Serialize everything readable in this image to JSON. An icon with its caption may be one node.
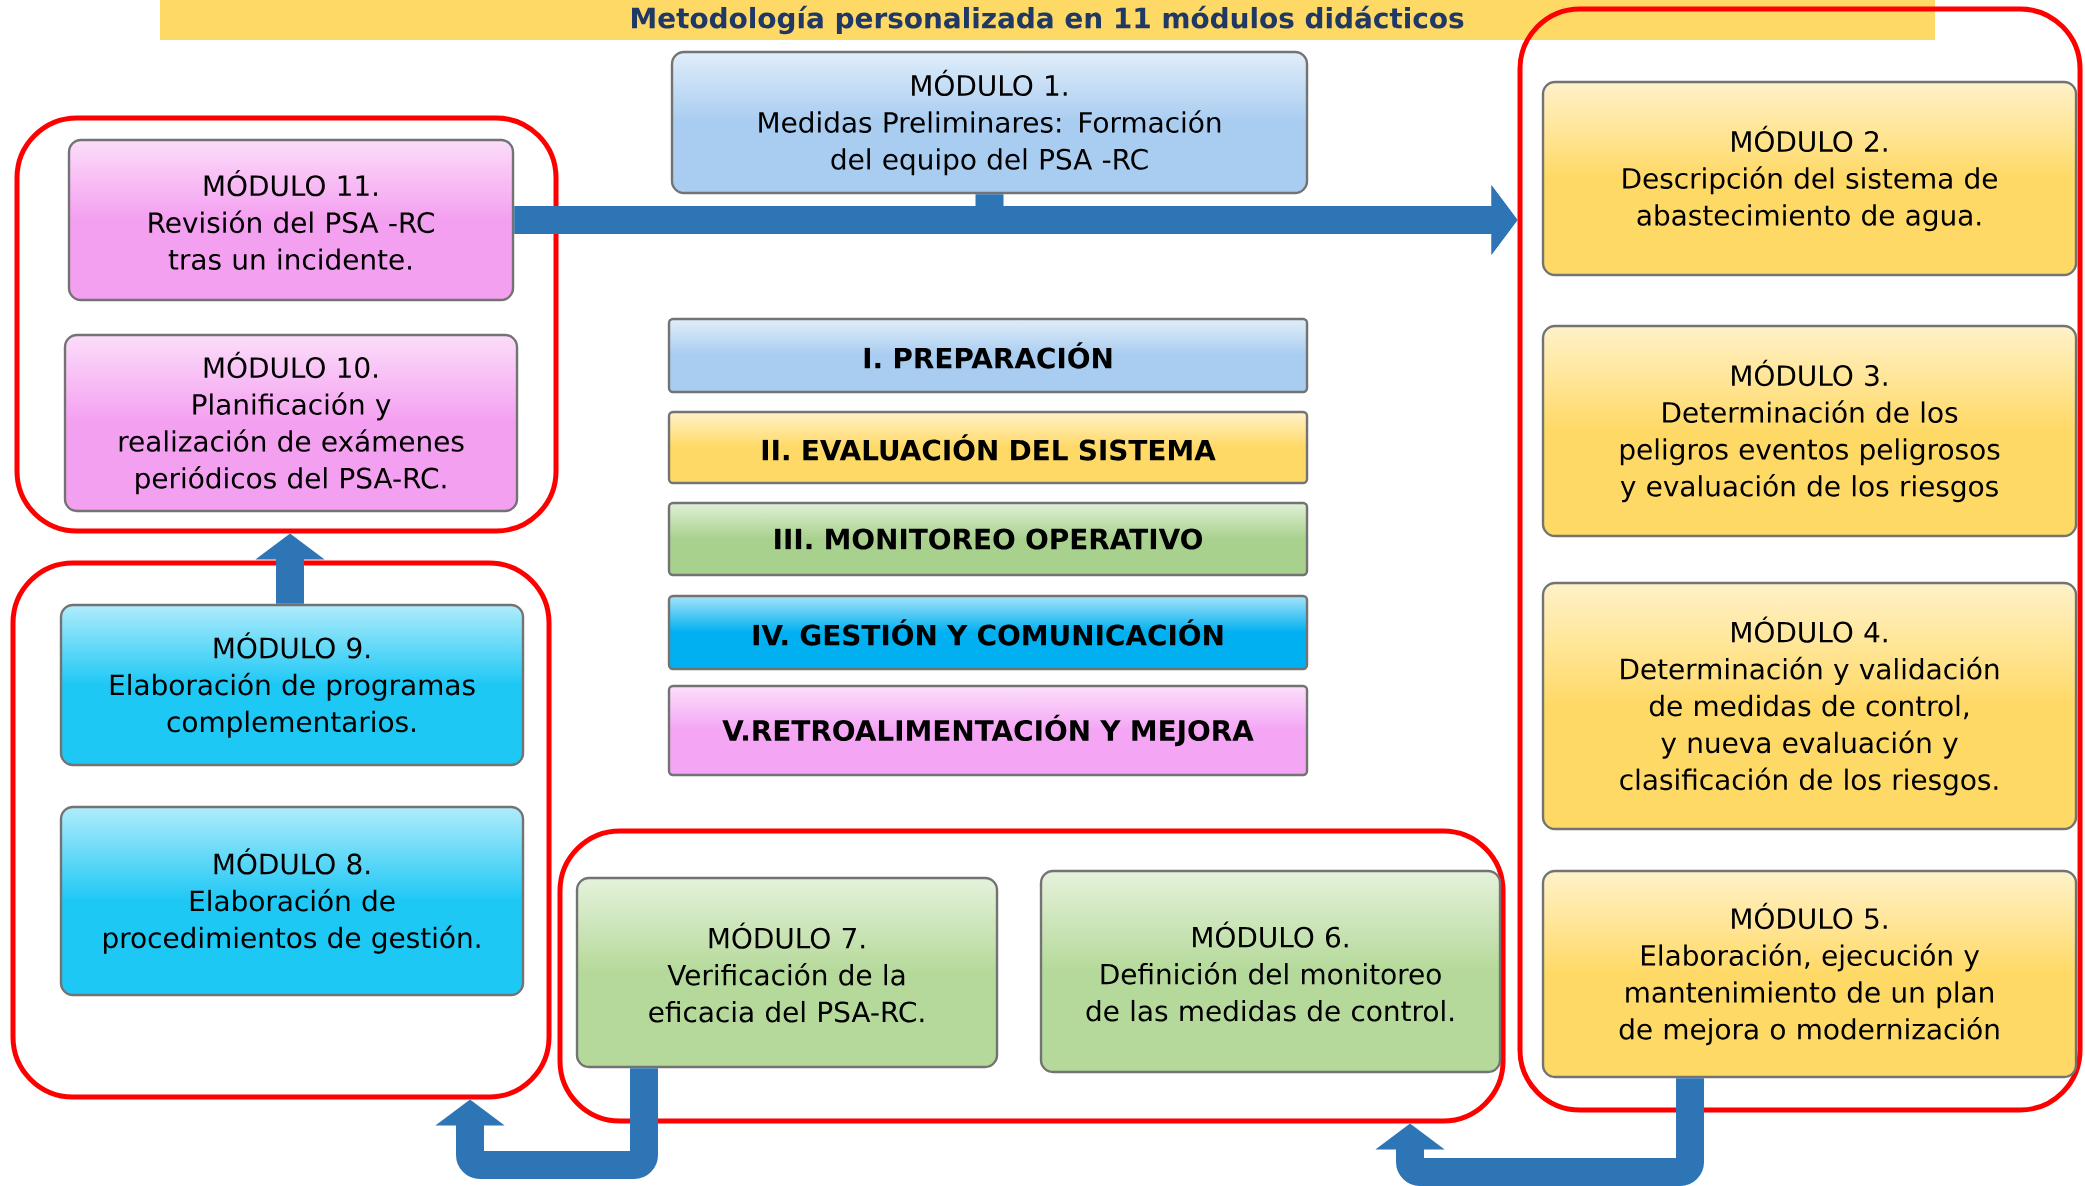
{
  "diagram": {
    "title": "Metodología personalizada en 11 módulos didácticos",
    "nodes": [
      {
        "text": [],
        "shape": "box"
      },
      {
        "text": [
          "MÓDULO 11.",
          "Revisión del PSA -RC tras un incidente."
        ],
        "in": 0
      },
      {
        "text": [
          "MÓDULO 10.",
          "Planificación y realización de exámenes periódicos del PSA-RC."
        ],
        "in": 0
      },
      {
        "text": [
          "MÓDULO 1.",
          "Medidas Preliminares: Formación del equipo del PSA -RC"
        ]
      },
      {
        "text": [],
        "shape": "box"
      },
      {
        "text": [
          "MÓDULO 2.",
          "Descripción del sistema de abastecimiento de agua."
        ],
        "in": 4
      },
      {
        "text": [
          "MÓDULO 3.",
          "Determinación de los peligros eventos peligrosos y evaluación de los riesgos"
        ],
        "in": 4
      },
      {
        "text": [
          "MÓDULO 4.",
          "Determinación y validación de medidas de control, y nueva evaluación y clasificación de los riesgos."
        ],
        "in": 4
      },
      {
        "text": [
          "MÓDULO 5.",
          "Elaboración, ejecución y mantenimiento de un plan de mejora o modernización"
        ],
        "in": 4
      },
      {
        "text": [
          "I. PREPARACIÓN"
        ]
      },
      {
        "text": [
          "II. EVALUACIÓN DEL SISTEMA"
        ]
      },
      {
        "text": [
          "III. MONITOREO OPERATIVO"
        ]
      },
      {
        "text": [
          "IV. GESTIÓN Y COMUNICACIÓN"
        ]
      },
      {
        "text": [
          "V.RETROALIMENTACIÓN Y MEJORA"
        ]
      },
      {
        "text": [],
        "shape": "box"
      },
      {
        "text": [
          "MÓDULO 9.",
          "Elaboración de programas complementarios."
        ],
        "in": 14
      },
      {
        "text": [
          "MÓDULO 8.",
          "Elaboración de procedimientos de gestión."
        ],
        "in": 14
      },
      {
        "text": [],
        "shape": "box"
      },
      {
        "text": [
          "MÓDULO 7.",
          "Verificación de la eficacia del PSA-RC."
        ],
        "in": 17
      },
      {
        "text": [
          "MÓDULO 6.",
          "Definición del monitoreo de las medidas de control."
        ],
        "in": 17
      }
    ],
    "edges": [
      {
        "from": 1,
        "to": 4,
        "arrow": "to"
      },
      {
        "from": 3,
        "to": 4,
        "arrow": "to"
      },
      {
        "from": 8,
        "to": 17,
        "arrow": "to"
      },
      {
        "from": 18,
        "to": 14,
        "arrow": "to"
      },
      {
        "from": 15,
        "to": 0,
        "arrow": "to"
      }
    ]
  }
}
